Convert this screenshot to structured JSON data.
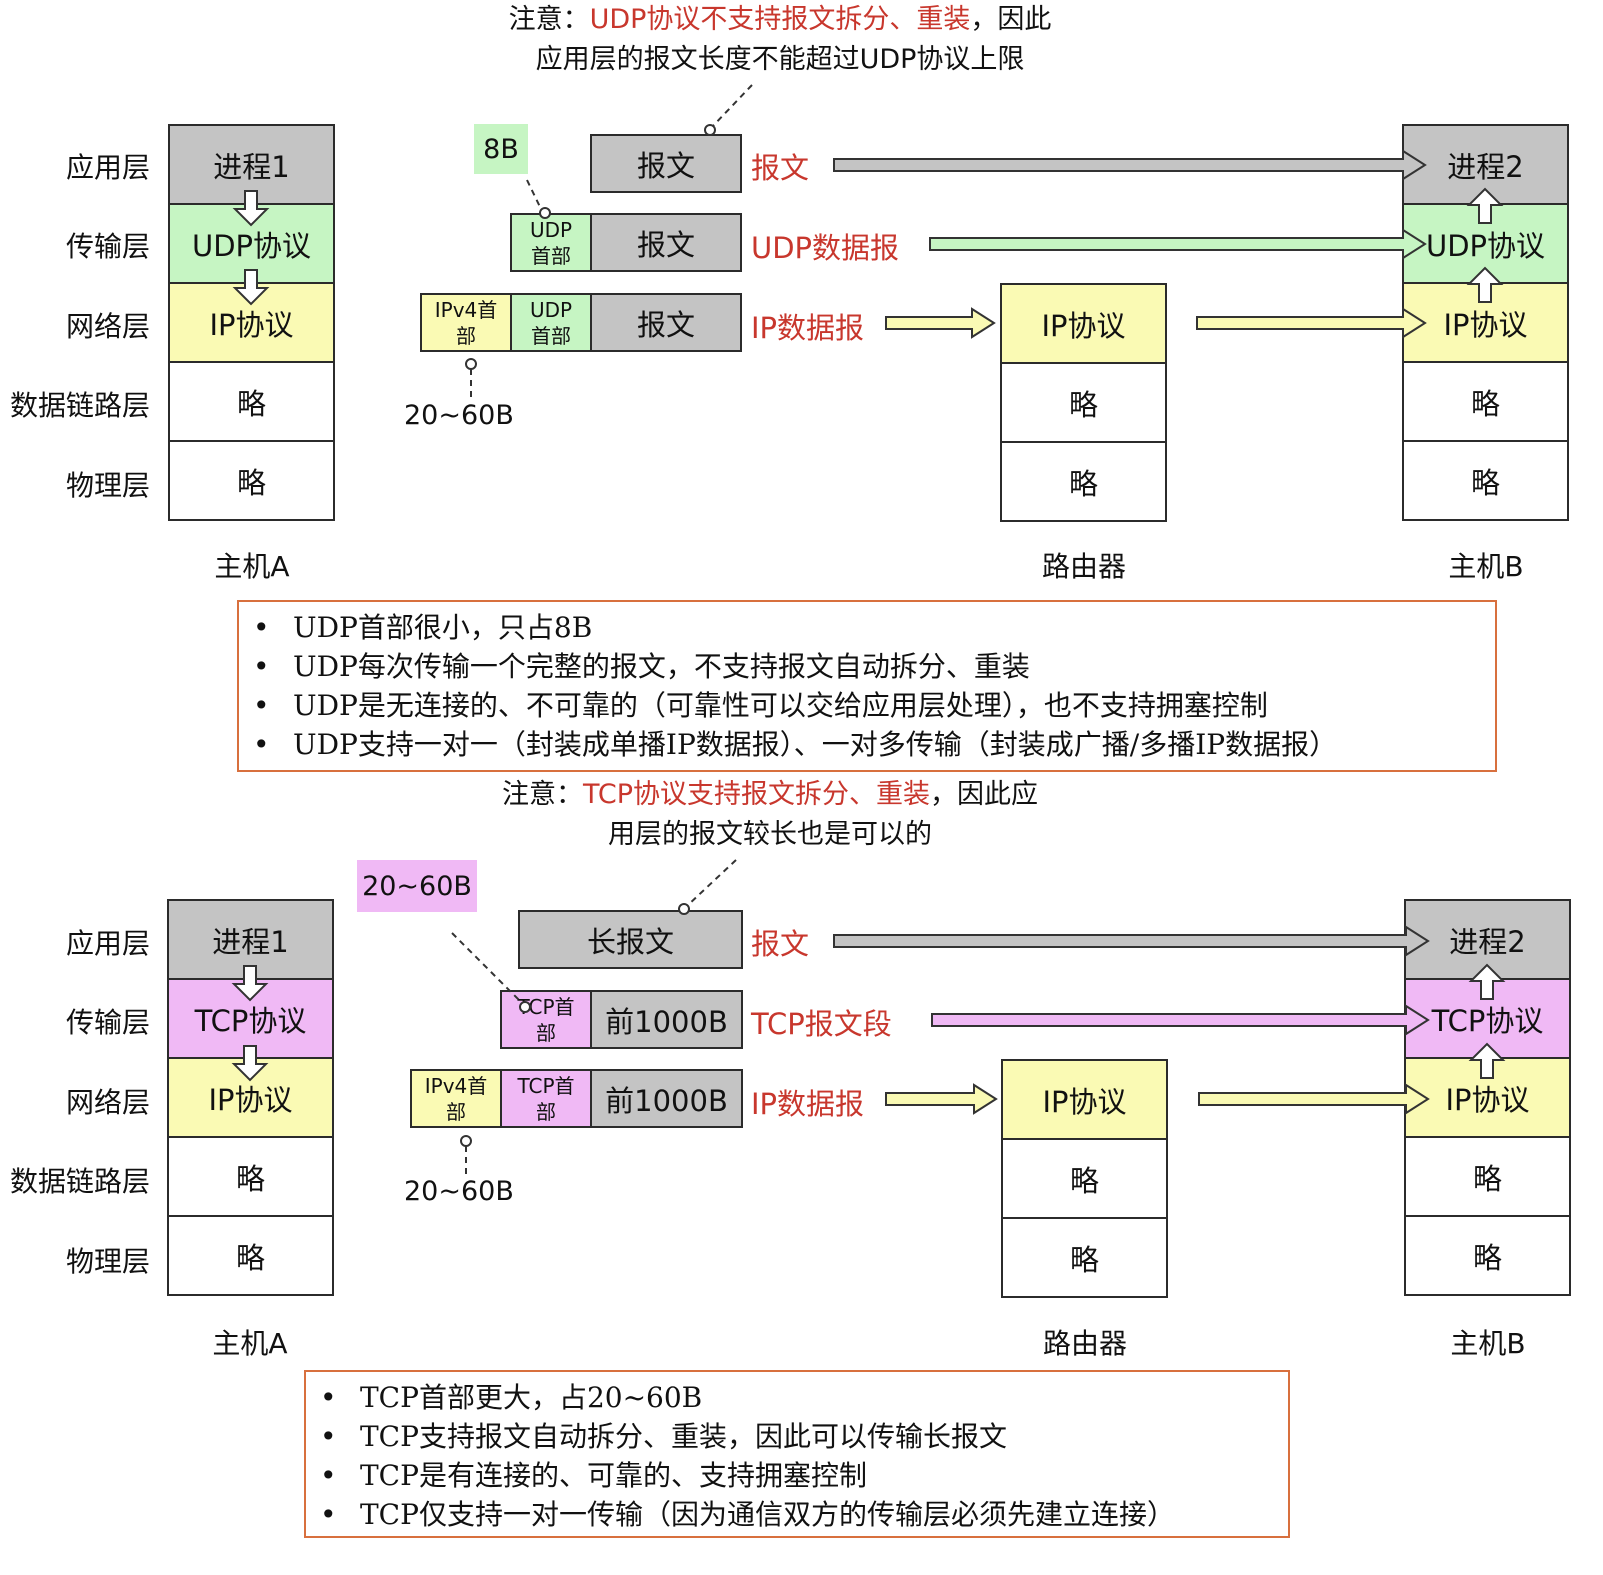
{
  "top": {
    "note_prefix": "注意：",
    "note_red": "UDP协议不支持报文拆分、重装",
    "note_suffix": "，因此",
    "note_line2": "应用层的报文长度不能超过UDP协议上限",
    "layers": [
      "应用层",
      "传输层",
      "网络层",
      "数据链路层",
      "物理层"
    ],
    "hostA": [
      "进程1",
      "UDP协议",
      "IP协议",
      "略",
      "略"
    ],
    "router": [
      "IP协议",
      "略",
      "略"
    ],
    "hostB": [
      "进程2",
      "UDP协议",
      "IP协议",
      "略",
      "略"
    ],
    "captions": {
      "hostA": "主机A",
      "router": "路由器",
      "hostB": "主机B"
    },
    "message": "报文",
    "udp_header": "UDP首部",
    "ipv4_header": "IPv4首部",
    "header_size_tag": "8B",
    "ip_header_size": "20~60B",
    "labels": {
      "message": "报文",
      "segment": "UDP数据报",
      "datagram": "IP数据报"
    },
    "bullets": [
      "UDP首部很小，只占8B",
      "UDP每次传输一个完整的报文，不支持报文自动拆分、重装",
      "UDP是无连接的、不可靠的（可靠性可以交给应用层处理），也不支持拥塞控制",
      "UDP支持一对一（封装成单播IP数据报）、一对多传输（封装成广播/多播IP数据报）"
    ]
  },
  "bottom": {
    "note_prefix": "注意：",
    "note_red": "TCP协议支持报文拆分、重装",
    "note_suffix": "，因此应",
    "note_line2": "用层的报文较长也是可以的",
    "layers": [
      "应用层",
      "传输层",
      "网络层",
      "数据链路层",
      "物理层"
    ],
    "hostA": [
      "进程1",
      "TCP协议",
      "IP协议",
      "略",
      "略"
    ],
    "router": [
      "IP协议",
      "略",
      "略"
    ],
    "hostB": [
      "进程2",
      "TCP协议",
      "IP协议",
      "略",
      "略"
    ],
    "captions": {
      "hostA": "主机A",
      "router": "路由器",
      "hostB": "主机B"
    },
    "long_message": "长报文",
    "first_part": "前1000B",
    "tcp_header": "TCP首部",
    "ipv4_header": "IPv4首部",
    "header_size_tag": "20~60B",
    "ip_header_size": "20~60B",
    "labels": {
      "message": "报文",
      "segment": "TCP报文段",
      "datagram": "IP数据报"
    },
    "bullets": [
      "TCP首部更大，占20~60B",
      "TCP支持报文自动拆分、重装，因此可以传输长报文",
      "TCP是有连接的、可靠的、支持拥塞控制",
      "TCP仅支持一对一传输（因为通信双方的传输层必须先建立连接）"
    ]
  },
  "colors": {
    "gray": "#c4c4c4",
    "green": "#c6f5c3",
    "yellow": "#fafab4",
    "pink": "#f0b9f5",
    "red_text": "#c8372d",
    "box_border": "#d8703e"
  }
}
